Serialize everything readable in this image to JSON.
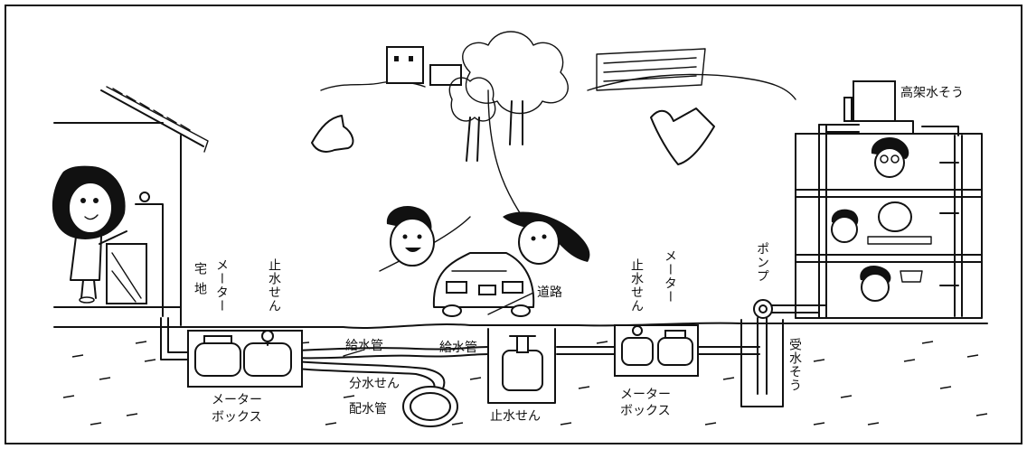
{
  "labels": {
    "elevated_tank": "高架水そう",
    "pump": "ポンプ",
    "receiving_tank": "受水そう",
    "road": "道路",
    "residence": "宅地",
    "meter_left": "メーター",
    "stopcock_left": "止水せん",
    "meter_right": "メーター",
    "stopcock_right": "止水せん",
    "supply_pipe_left": "給水管",
    "supply_pipe_center": "給水管",
    "branch_valve": "分水せん",
    "distribution_pipe": "配水管",
    "stopcock_bottom": "止水せん",
    "meter_box_left_1": "メーター",
    "meter_box_left_2": "ボックス",
    "meter_box_right_1": "メーター",
    "meter_box_right_2": "ボックス"
  }
}
